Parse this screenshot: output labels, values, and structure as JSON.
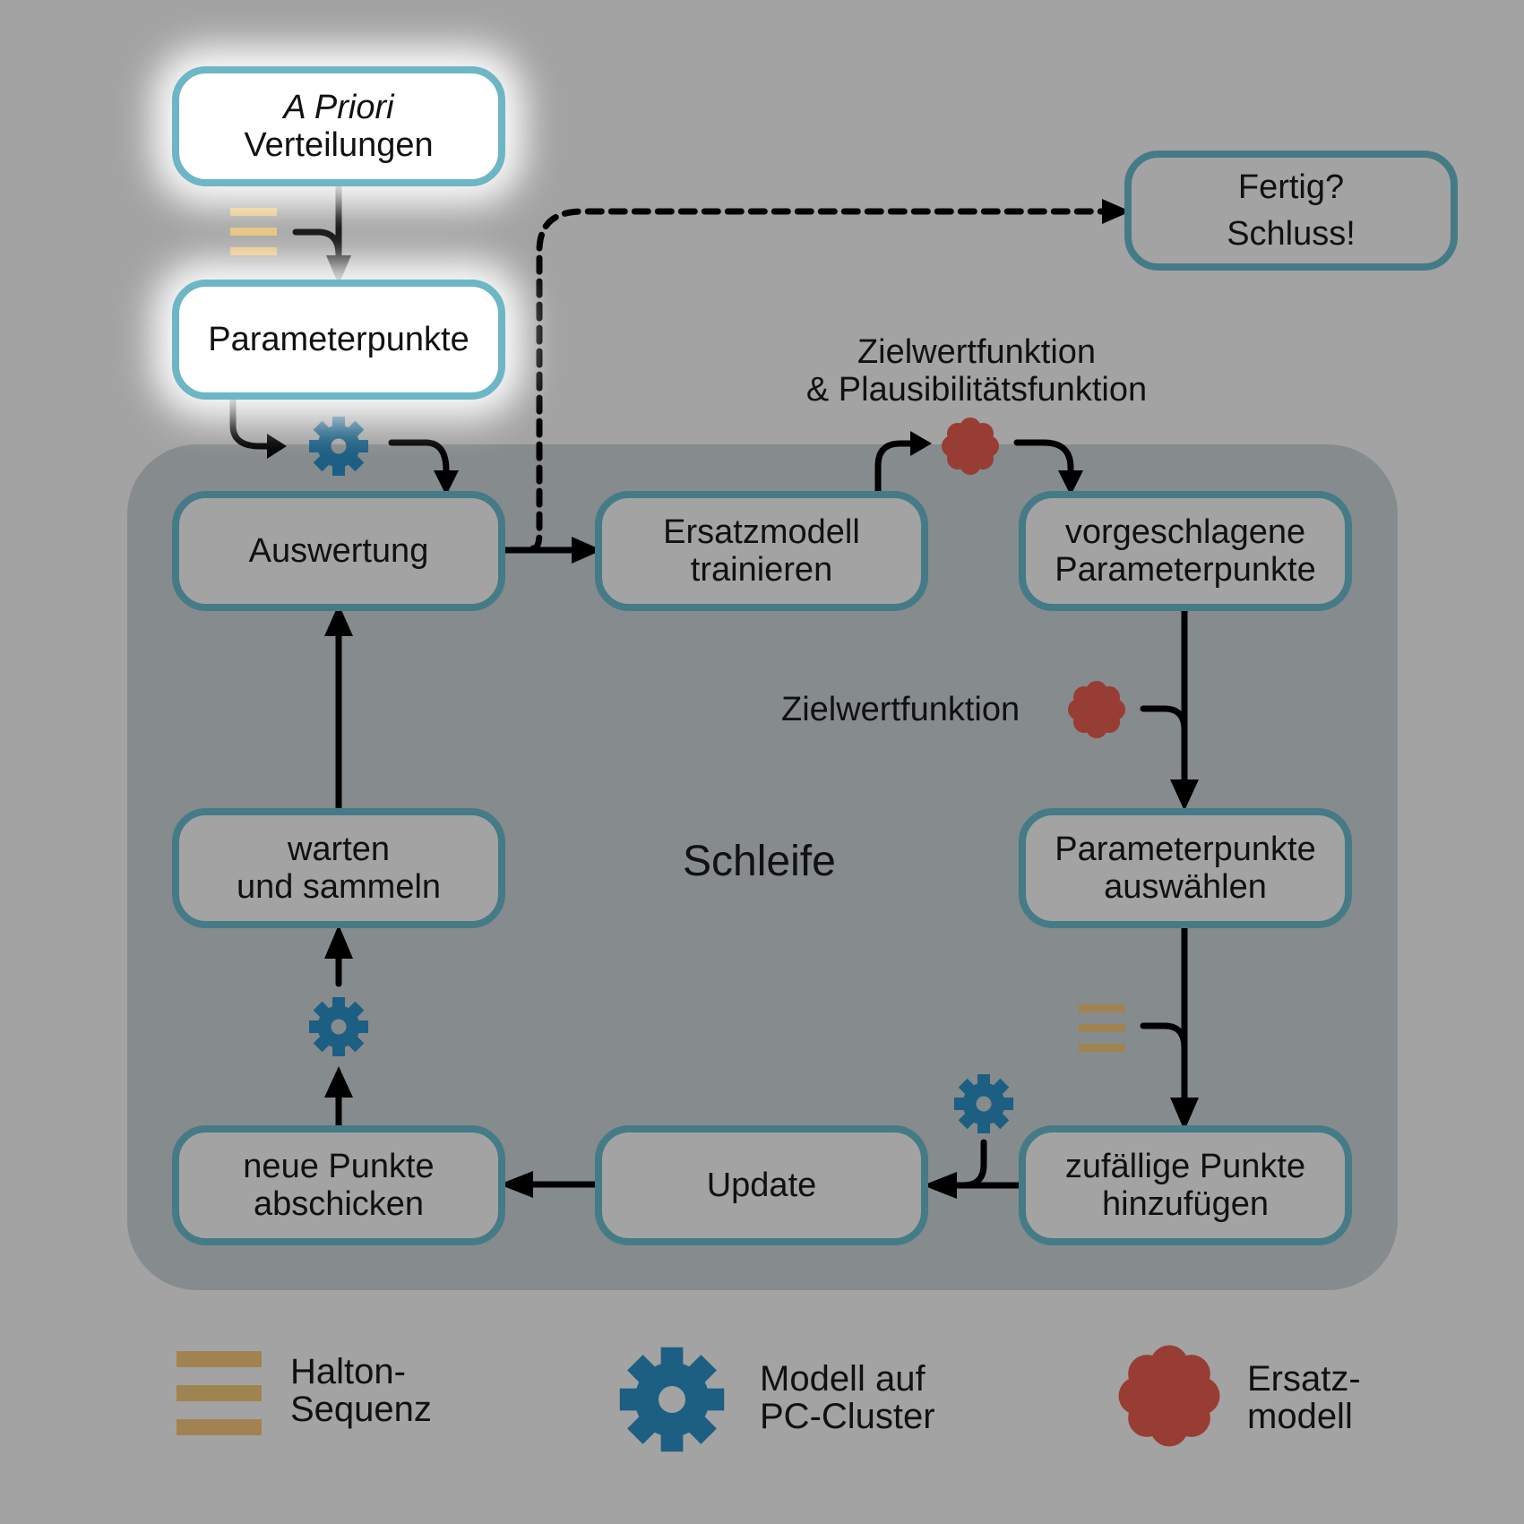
{
  "colors": {
    "background": "#a3a3a3",
    "loop_region": "#868b8e",
    "box_border": "#447b87",
    "start_border": "#6cb6c6",
    "gear": "#1c5f82",
    "surrogate": "#973d33",
    "halton_light": "#e6c178",
    "halton_dark": "#a08350"
  },
  "nodes": {
    "prior": {
      "line1": "A Priori",
      "line2": "Verteilungen"
    },
    "params": {
      "label": "Parameterpunkte"
    },
    "eval": {
      "label": "Auswertung"
    },
    "train": {
      "line1": "Ersatzmodell",
      "line2": "trainieren"
    },
    "proposed": {
      "line1": "vorgeschlagene",
      "line2": "Parameterpunkte"
    },
    "select": {
      "line1": "Parameterpunkte",
      "line2": "auswählen"
    },
    "random": {
      "line1": "zufällige Punkte",
      "line2": "hinzufügen"
    },
    "update": {
      "label": "Update"
    },
    "send": {
      "line1": "neue Punkte",
      "line2": "abschicken"
    },
    "wait": {
      "line1": "warten",
      "line2": "und sammeln"
    },
    "done": {
      "line1": "Fertig?",
      "line2": "Schluss!"
    }
  },
  "labels": {
    "objective_plausibility_1": "Zielwertfunktion",
    "objective_plausibility_2": "& Plausibilitätsfunktion",
    "objective": "Zielwertfunktion",
    "loop": "Schleife"
  },
  "legend": {
    "halton": {
      "line1": "Halton-",
      "line2": "Sequenz",
      "icon": "halton-icon"
    },
    "cluster": {
      "line1": "Modell auf",
      "line2": "PC-Cluster",
      "icon": "gear-icon"
    },
    "surrogate": {
      "line1": "Ersatz-",
      "line2": "modell",
      "icon": "surrogate-icon"
    }
  }
}
